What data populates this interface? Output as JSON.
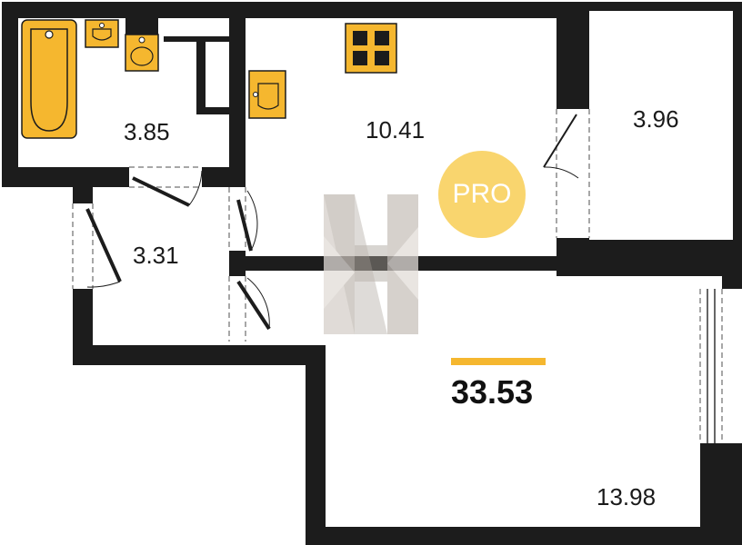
{
  "plan": {
    "rooms": [
      {
        "id": "bathroom",
        "area": "3.85"
      },
      {
        "id": "kitchen",
        "area": "10.41"
      },
      {
        "id": "balcony",
        "area": "3.96"
      },
      {
        "id": "hallway",
        "area": "3.31"
      },
      {
        "id": "living-room",
        "area": "13.98"
      }
    ],
    "total_area": "33.53",
    "badge": "PRO",
    "watermark": "H"
  },
  "colors": {
    "wall": "#1c1c1c",
    "accent": "#f5b72f",
    "fixture": "#f5b72f",
    "badge": "#f9d56e",
    "watermark": "#c9c2bc"
  }
}
